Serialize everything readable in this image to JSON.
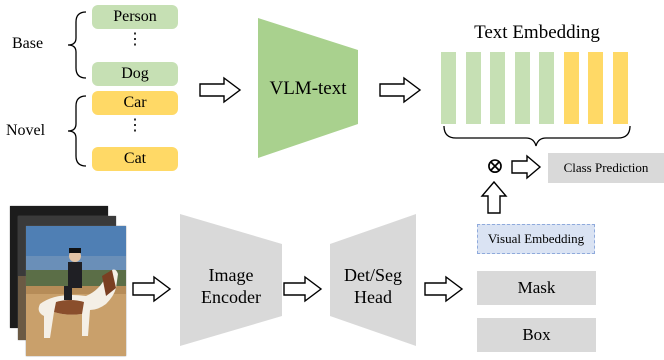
{
  "classes": {
    "base_label": "Base",
    "novel_label": "Novel",
    "base_items": [
      "Person",
      "Dog"
    ],
    "novel_items": [
      "Car",
      "Cat"
    ],
    "ellipsis": "⋮"
  },
  "modules": {
    "vlm_text": "VLM-text",
    "image_encoder_line1": "Image",
    "image_encoder_line2": "Encoder",
    "head_line1": "Det/Seg",
    "head_line2": "Head"
  },
  "embedding": {
    "title": "Text Embedding",
    "bars": [
      "base",
      "base",
      "base",
      "base",
      "base",
      "novel",
      "novel",
      "novel"
    ]
  },
  "outputs": {
    "operator": "⊗",
    "class_prediction": "Class Prediction",
    "visual_embedding": "Visual Embedding",
    "mask": "Mask",
    "box": "Box"
  },
  "colors": {
    "base": "#c6e0b4",
    "novel": "#ffd966",
    "vlm_trapezoid": "#a9d18e",
    "gray_module": "#d9d9d9",
    "visual_embedding_fill": "#dae3f3",
    "visual_embedding_border": "#8faadc"
  }
}
